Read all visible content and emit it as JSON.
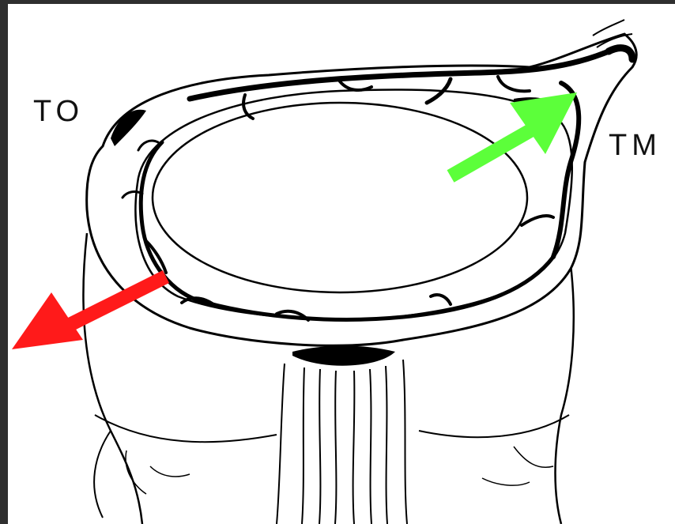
{
  "labels": {
    "left": "TO",
    "right": "TM"
  },
  "arrows": [
    {
      "name": "red-arrow",
      "color": "#ff1a1a",
      "direction": "down-left"
    },
    {
      "name": "green-arrow",
      "color": "#5cff3a",
      "direction": "up-right"
    }
  ],
  "colors": {
    "line": "#000000",
    "background": "#ffffff",
    "frame": "#2f2f2f"
  }
}
